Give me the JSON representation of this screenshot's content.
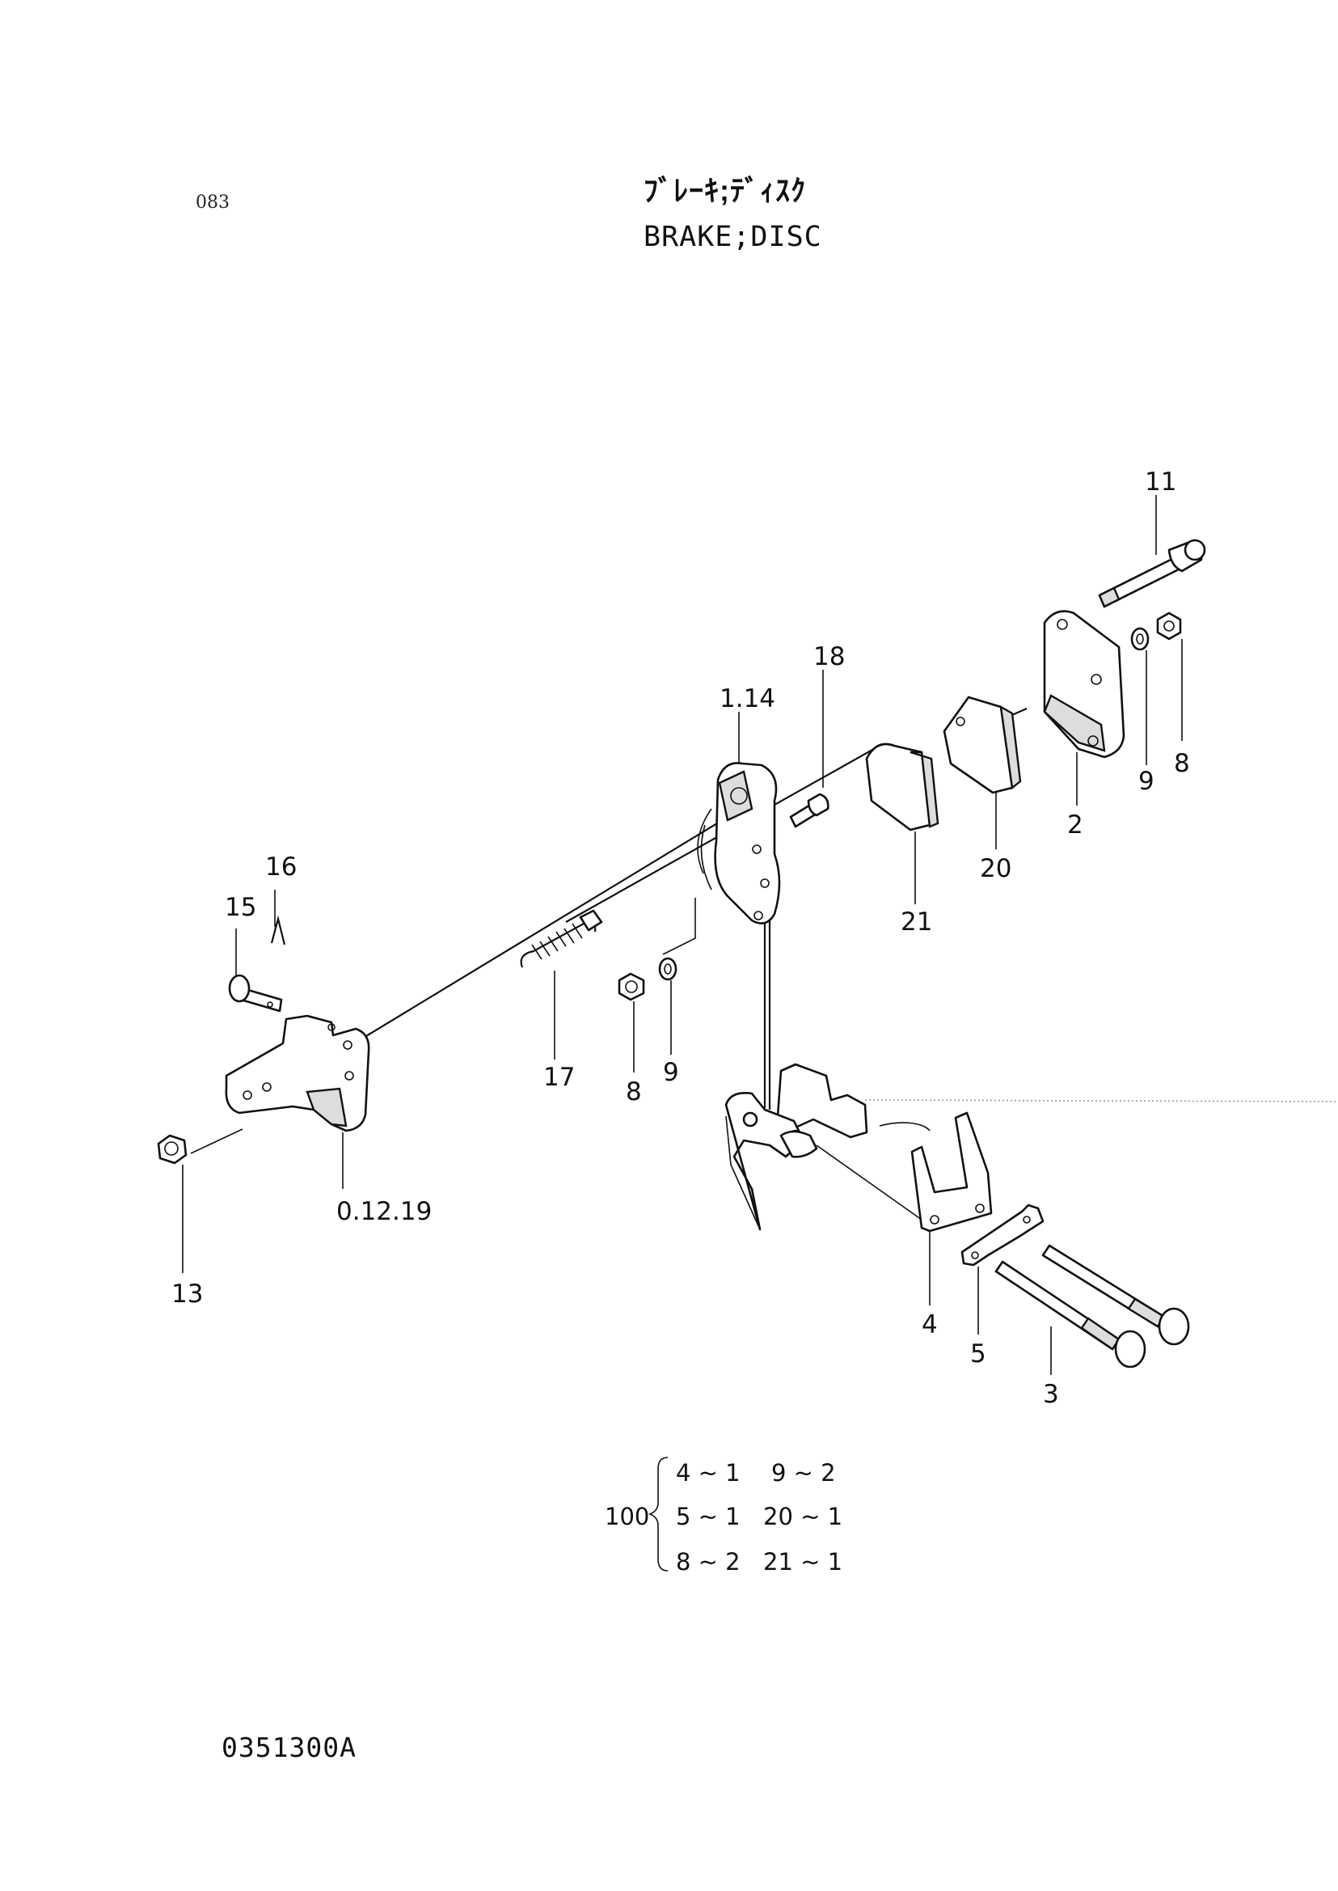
{
  "page_number": "083",
  "title_jp": "ﾌﾞﾚｰｷ;ﾃﾞｨｽｸ",
  "title_en": "BRAKE;DISC",
  "document_code": "0351300A",
  "callouts": {
    "c11": "11",
    "c18": "18",
    "c1_14": "1.14",
    "c9a": "9",
    "c8a": "8",
    "c2": "2",
    "c20": "20",
    "c21": "21",
    "c16": "16",
    "c15": "15",
    "c17": "17",
    "c8b": "8",
    "c9b": "9",
    "c0_12_19": "0.12.19",
    "c13": "13",
    "c4": "4",
    "c5": "5",
    "c3": "3"
  },
  "kit": {
    "number": "100",
    "rows": [
      {
        "left": "4 ~ 1",
        "right": "9 ~ 2"
      },
      {
        "left": "5 ~ 1",
        "right": "20 ~ 1"
      },
      {
        "left": "8 ~ 2",
        "right": "21 ~ 1"
      }
    ]
  }
}
